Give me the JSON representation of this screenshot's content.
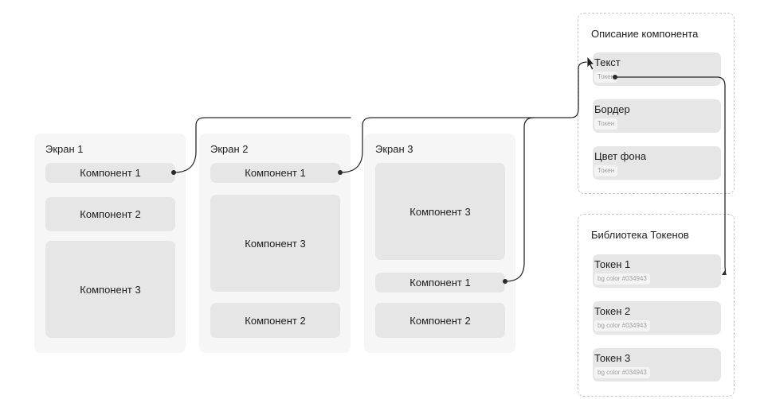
{
  "screens": [
    {
      "title": "Экран 1",
      "components": [
        "Компонент 1",
        "Компонент 2",
        "Компонент 3"
      ]
    },
    {
      "title": "Экран 2",
      "components": [
        "Компонент 1",
        "Компонент 3",
        "Компонент 2"
      ]
    },
    {
      "title": "Экран 3",
      "components": [
        "Компонент 3",
        "Компонент 1",
        "Компонент 2"
      ]
    }
  ],
  "component_panel": {
    "title": "Описание компонента",
    "cards": [
      {
        "title": "Текст",
        "chip": "Токен"
      },
      {
        "title": "Бордер",
        "chip": "Токен"
      },
      {
        "title": "Цвет фона",
        "chip": "Токен"
      }
    ]
  },
  "token_library": {
    "title": "Библиотека Токенов",
    "cards": [
      {
        "title": "Токен 1",
        "chip": "bg color #034943"
      },
      {
        "title": "Токен 2",
        "chip": "bg color #034943"
      },
      {
        "title": "Токен 3",
        "chip": "bg color #034943"
      }
    ]
  },
  "colors": {
    "screen_bg": "#f6f6f6",
    "component_bg": "#e6e6e6",
    "connector": "#2a2a2a"
  }
}
